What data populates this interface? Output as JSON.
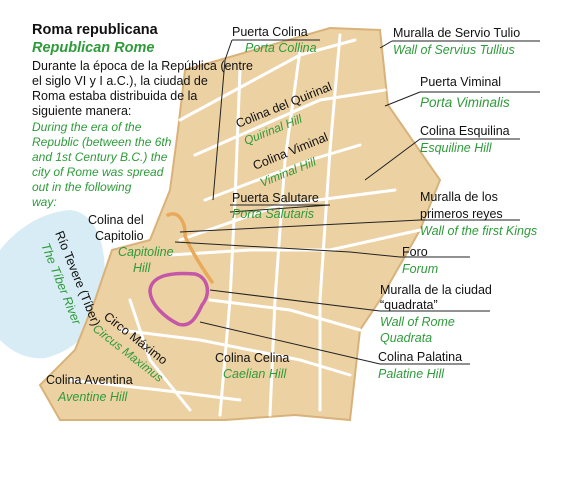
{
  "header": {
    "title_es": "Roma republicana",
    "title_en": "Republican Rome",
    "intro_es": [
      "Durante la época de la República (entre",
      "el siglo VI y I a.C.), la ciudad de",
      "Roma estaba distribuida de la",
      "siguiente manera:"
    ],
    "intro_en": [
      "During the era of the",
      "Republic (between the 6th",
      "and 1st Century B.C.) the",
      "city of Rome was spread",
      "out in the following",
      "way:"
    ]
  },
  "labels": {
    "puerta_colina": {
      "es": "Puerta Colina",
      "en": "Porta Collina"
    },
    "muralla_servio": {
      "es": "Muralla de Servio Tulio",
      "en": "Wall of Servius Tullius"
    },
    "puerta_viminal": {
      "es": "Puerta Viminal",
      "en": "Porta Viminalis"
    },
    "colina_quirinal": {
      "es": "Colina del Quirinal",
      "en": "Quirinal Hill"
    },
    "colina_viminal": {
      "es": "Colina Viminal",
      "en": "Viminal Hill"
    },
    "colina_esquilina": {
      "es": "Colina Esquilina",
      "en": "Esquiline Hill"
    },
    "puerta_salutare": {
      "es": "Puerta Salutare",
      "en": "Porta Salutaris"
    },
    "muralla_reyes": {
      "es1": "Muralla de los",
      "es2": "primeros reyes",
      "en": "Wall of the first Kings"
    },
    "colina_capitolio": {
      "es1": "Colina del",
      "es2": "Capitolio",
      "en1": "Capitoline",
      "en2": "Hill"
    },
    "foro": {
      "es": "Foro",
      "en": "Forum"
    },
    "muralla_quadrata": {
      "es1": "Muralla de la ciudad",
      "es2": "“quadrata”",
      "en1": "Wall of Rome",
      "en2": "Quadrata"
    },
    "rio_tevere": {
      "es": "Río Tevere (Tíber)",
      "en": "The Tíber River"
    },
    "colina_palatina": {
      "es": "Colina Palatina",
      "en": "Palatine Hill"
    },
    "circo_maximo": {
      "es": "Circo Máximo",
      "en": "Circus Maximus"
    },
    "colina_celina": {
      "es": "Colina Celina",
      "en": "Caelian Hill"
    },
    "colina_aventina": {
      "es": "Colina Aventina",
      "en": "Aventine Hill"
    }
  },
  "colors": {
    "city_fill": "#ecd1a3",
    "city_stroke": "#d9b27a",
    "street": "#ffffff",
    "river": "#d7ecf4",
    "quadrata_wall": "#c457a8",
    "kings_wall": "#e9a95a",
    "english_text": "#2e9b3a",
    "leader_line": "#222222"
  }
}
